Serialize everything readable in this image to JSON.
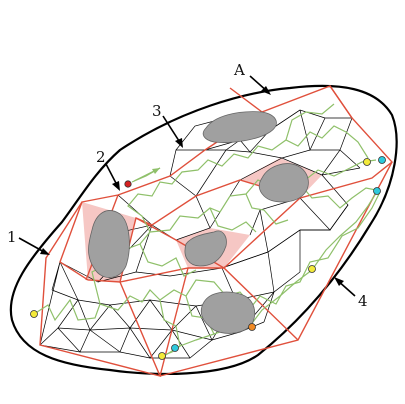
{
  "labels": {
    "a": "A",
    "one": "1",
    "two": "2",
    "three": "3",
    "four": "4"
  },
  "colors": {
    "boundary": "#000000",
    "partition_edge": "#e0503c",
    "mesh_edge": "#000000",
    "path": "#8fc06a",
    "obstacle_fill": "#a0a0a0",
    "pink_region": "#f6c7c4",
    "node_yellow": "#f3ea3a",
    "node_cyan": "#2ec9dc",
    "node_orange": "#f08a24",
    "node_red": "#d62020"
  }
}
